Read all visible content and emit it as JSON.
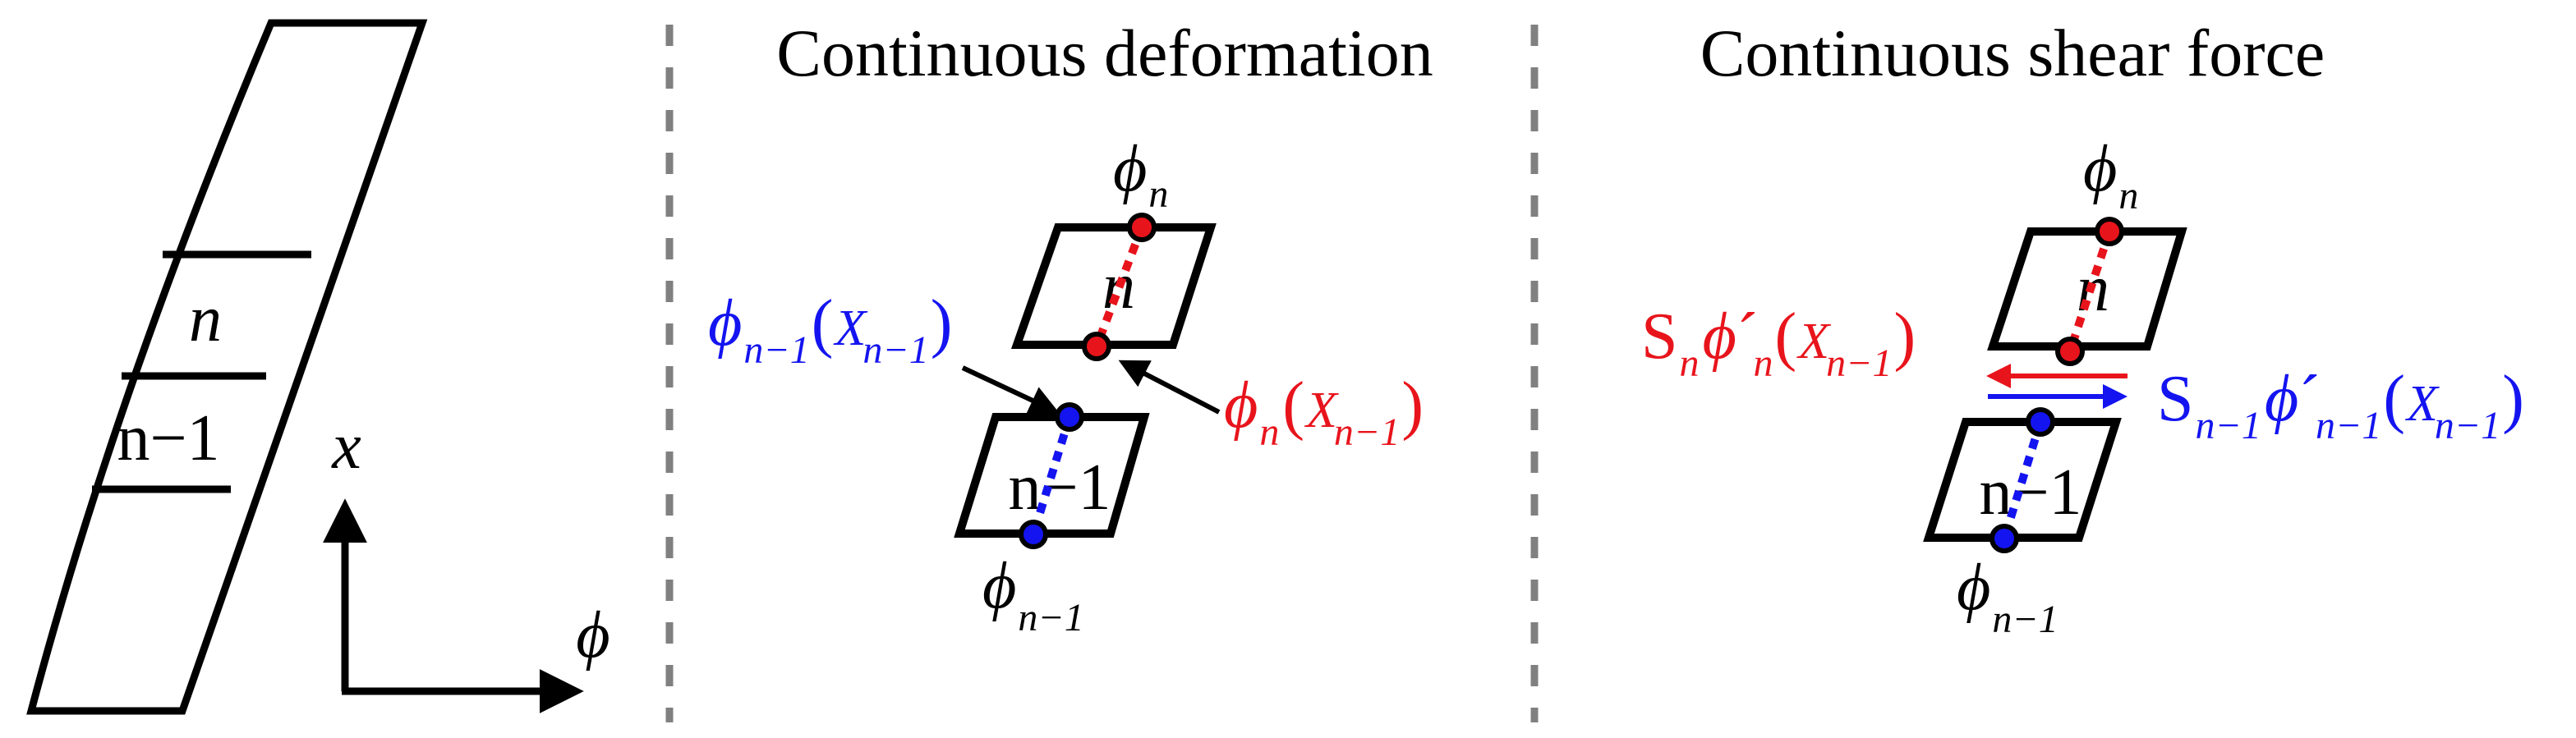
{
  "panels": {
    "deformation": {
      "title": "Continuous deformation"
    },
    "shear": {
      "title": "Continuous shear force"
    }
  },
  "symbols": {
    "n": "n",
    "n_minus_1": "n−1",
    "phi": "ϕ",
    "x": "x",
    "X": "X",
    "S": "S",
    "prime": "´",
    "lparen": "(",
    "rparen": ")"
  },
  "colors": {
    "line": "#000000",
    "red": "#e8141c",
    "blue": "#1414f0",
    "divider": "#808080"
  }
}
